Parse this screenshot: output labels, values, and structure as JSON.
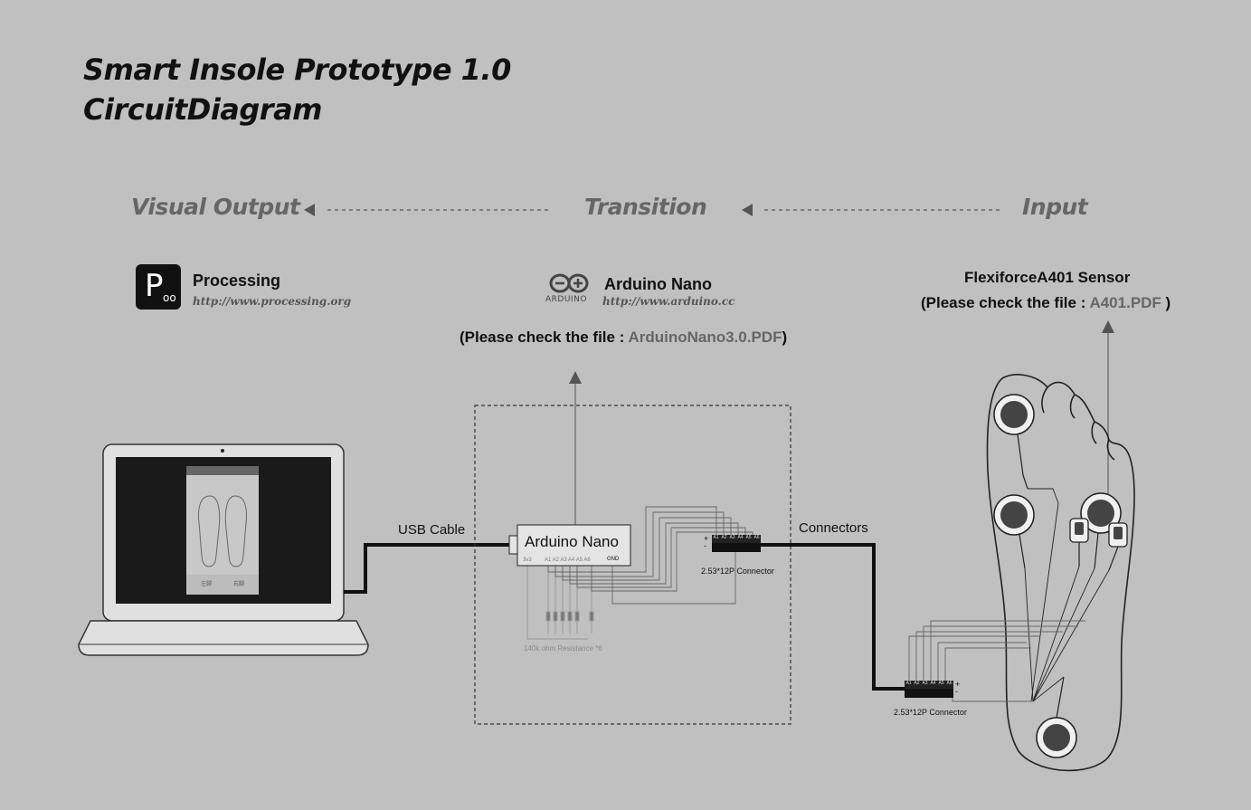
{
  "title": {
    "line1": "Smart Insole Prototype 1.0",
    "line2": "CircuitDiagram"
  },
  "flow": {
    "visual_output": "Visual Output",
    "transition": "Transition",
    "input": "Input"
  },
  "processing": {
    "name": "Processing",
    "url": "http://www.processing.org",
    "logo_letter": "P.oo"
  },
  "arduino": {
    "name": "Arduino Nano",
    "url": "http://www.arduino.cc",
    "logo_text": "ARDUINO",
    "note_prefix": "(Please check the file : ",
    "note_file": "ArduinoNano3.0.PDF",
    "note_suffix": ")"
  },
  "sensor": {
    "name": "FlexiforceA401 Sensor",
    "note_prefix": "(Please check the file : ",
    "note_file": "A401.PDF",
    "note_suffix": " )"
  },
  "board": {
    "label": "Arduino Nano",
    "pin_3v3": "3v3",
    "pins": "A1 A2  A3 A4 A5  A6",
    "gnd": "GND",
    "resistance": "140k ohm Resistance *6"
  },
  "connector": {
    "pins": [
      "A1",
      "A2",
      "A3",
      "A4",
      "A5",
      "A6"
    ],
    "plus": "+",
    "minus": "-",
    "label": "2.53*12P Connector"
  },
  "cables": {
    "usb": "USB Cable",
    "connectors": "Connectors"
  },
  "app_screen": {
    "btn_left": "左脚",
    "btn_right": "右脚"
  },
  "colors": {
    "background": "#c0c0c0",
    "stage_text": "#666666",
    "wire_dark": "#111111",
    "wire_light": "#8a8a8a"
  }
}
